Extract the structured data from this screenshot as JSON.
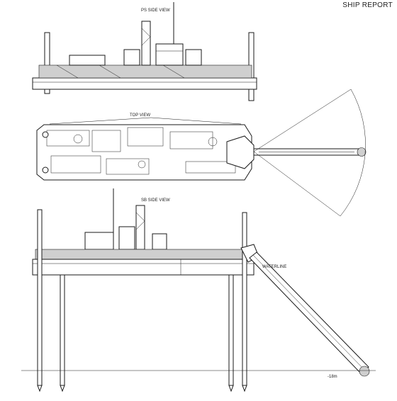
{
  "header": {
    "title": "SHIP REPORT"
  },
  "views": {
    "ps_side": "PS SIDE VIEW",
    "top": "TOP VIEW",
    "sb_side": "SB SIDE VIEW"
  },
  "annotations": {
    "waterline": "WATERLINE",
    "depth": "-18m"
  }
}
